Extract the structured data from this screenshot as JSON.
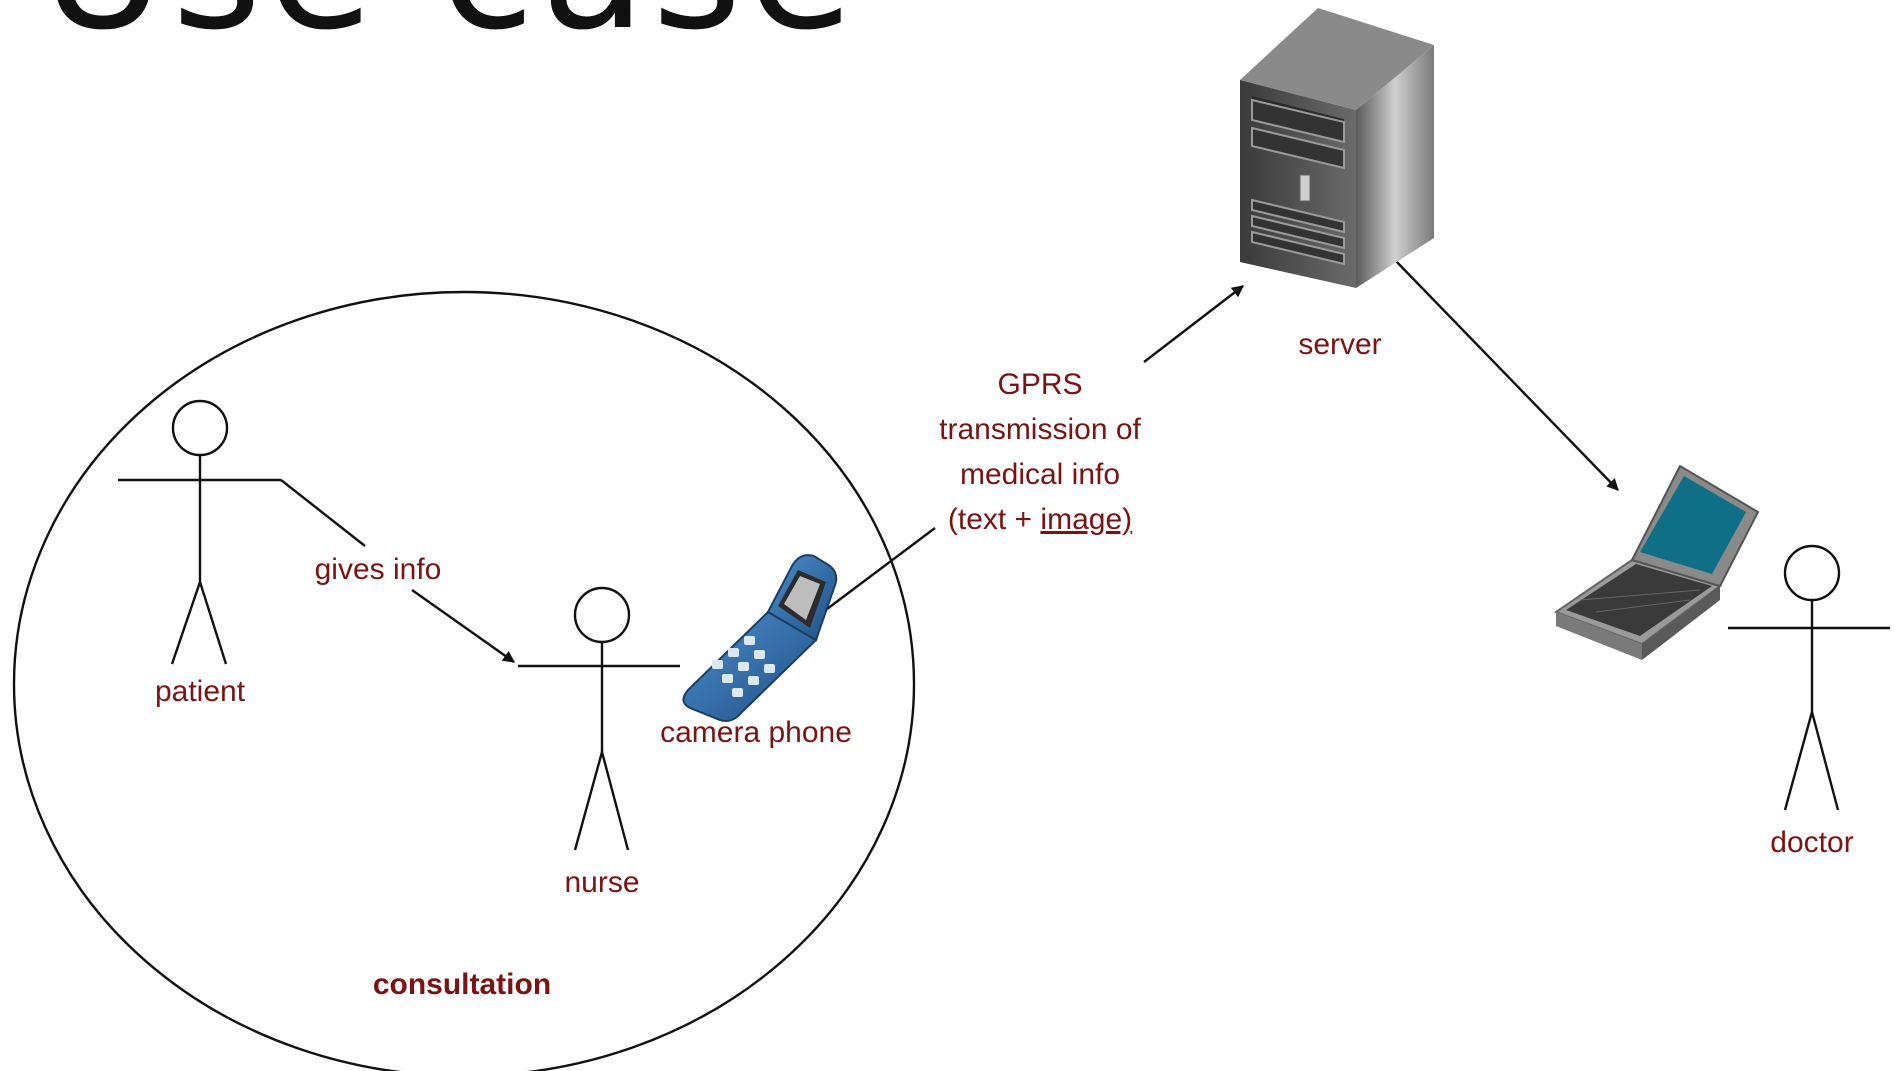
{
  "title": "Use case",
  "labels": {
    "patient": "patient",
    "nurse": "nurse",
    "doctor": "doctor",
    "camera_phone": "camera phone",
    "server": "server",
    "gives_info": "gives info",
    "consultation": "consultation"
  },
  "gprs": {
    "line1": "GPRS",
    "line2": "transmission of",
    "line3": "medical info",
    "line4_pre": "(text + ",
    "line4_link": "image)"
  },
  "colors": {
    "label": "#7a1414",
    "line": "#111111",
    "screen": "#0e6f86",
    "phone": "#2f6ea8"
  },
  "icons": [
    "server-icon",
    "laptop-icon",
    "camera-phone-icon"
  ]
}
